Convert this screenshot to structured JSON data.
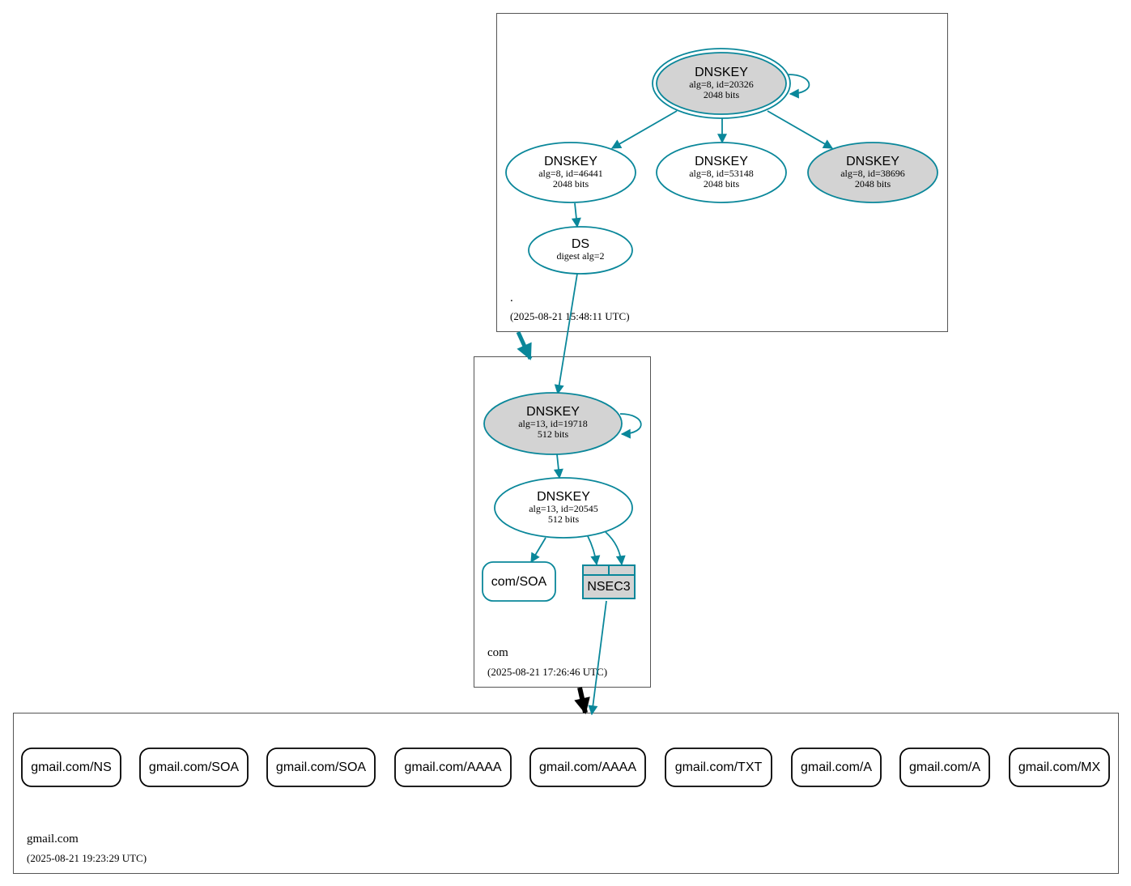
{
  "colors": {
    "secure": "#0a879a",
    "insecure": "#000000",
    "ksk_fill": "#d3d3d3",
    "zone_border": "#555555"
  },
  "zones": {
    "root": {
      "name": ".",
      "timestamp": "(2025-08-21 15:48:11 UTC)"
    },
    "com": {
      "name": "com",
      "timestamp": "(2025-08-21 17:26:46 UTC)"
    },
    "gmail": {
      "name": "gmail.com",
      "timestamp": "(2025-08-21 19:23:29 UTC)"
    }
  },
  "nodes": {
    "root_ksk": {
      "title": "DNSKEY",
      "line1": "alg=8, id=20326",
      "line2": "2048 bits"
    },
    "root_zsk1": {
      "title": "DNSKEY",
      "line1": "alg=8, id=46441",
      "line2": "2048 bits"
    },
    "root_zsk2": {
      "title": "DNSKEY",
      "line1": "alg=8, id=53148",
      "line2": "2048 bits"
    },
    "root_zsk3": {
      "title": "DNSKEY",
      "line1": "alg=8, id=38696",
      "line2": "2048 bits"
    },
    "root_ds": {
      "title": "DS",
      "line1": "digest alg=2"
    },
    "com_ksk": {
      "title": "DNSKEY",
      "line1": "alg=13, id=19718",
      "line2": "512 bits"
    },
    "com_zsk": {
      "title": "DNSKEY",
      "line1": "alg=13, id=20545",
      "line2": "512 bits"
    },
    "com_soa": {
      "label": "com/SOA"
    },
    "com_nsec3": {
      "label": "NSEC3"
    }
  },
  "records": [
    "gmail.com/NS",
    "gmail.com/SOA",
    "gmail.com/SOA",
    "gmail.com/AAAA",
    "gmail.com/AAAA",
    "gmail.com/TXT",
    "gmail.com/A",
    "gmail.com/A",
    "gmail.com/MX"
  ]
}
